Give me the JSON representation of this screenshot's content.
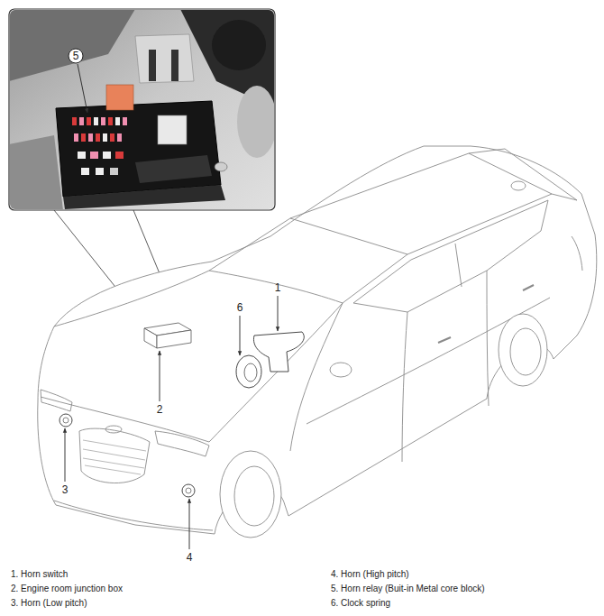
{
  "diagram": {
    "labels": [
      "5",
      "1",
      "6",
      "2",
      "3",
      "4",
      "1. Horn switch",
      "2. Engine room junction box",
      "3. Horn (Low pitch)",
      "4. Horn (High pitch)",
      "5. Horn relay (Buit-in Metal core block)",
      "6. Clock spring"
    ]
  }
}
